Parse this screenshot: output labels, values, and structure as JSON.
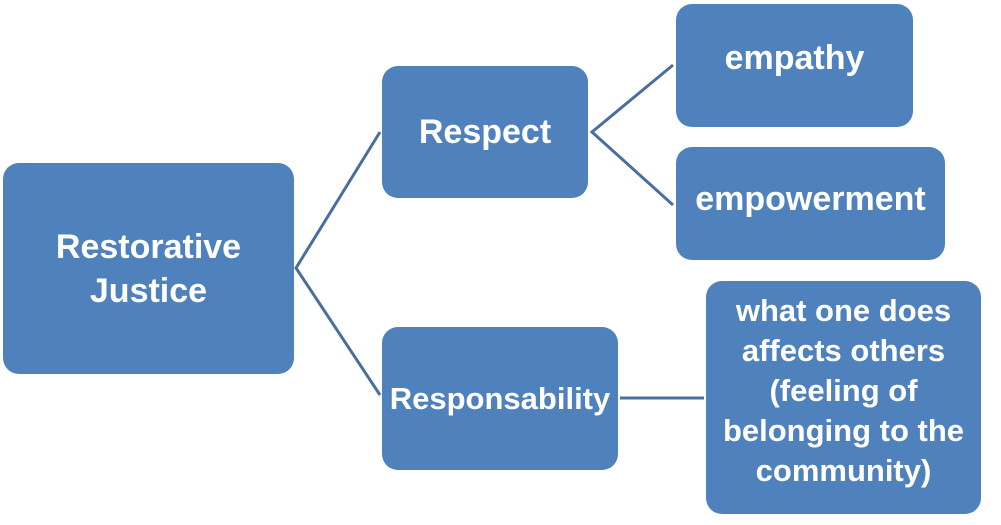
{
  "diagram": {
    "root": {
      "label": "Restorative\nJustice"
    },
    "branches": [
      {
        "label": "Respect",
        "children": [
          {
            "label": "empathy"
          },
          {
            "label": "empowerment"
          }
        ]
      },
      {
        "label": "Responsability",
        "children": [
          {
            "label": "what one does\naffects others\n(feeling of\nbelonging to the\ncommunity)"
          }
        ]
      }
    ]
  },
  "colors": {
    "node_fill": "#4f81bd",
    "node_text": "#ffffff",
    "connector": "#4a6f9e"
  }
}
